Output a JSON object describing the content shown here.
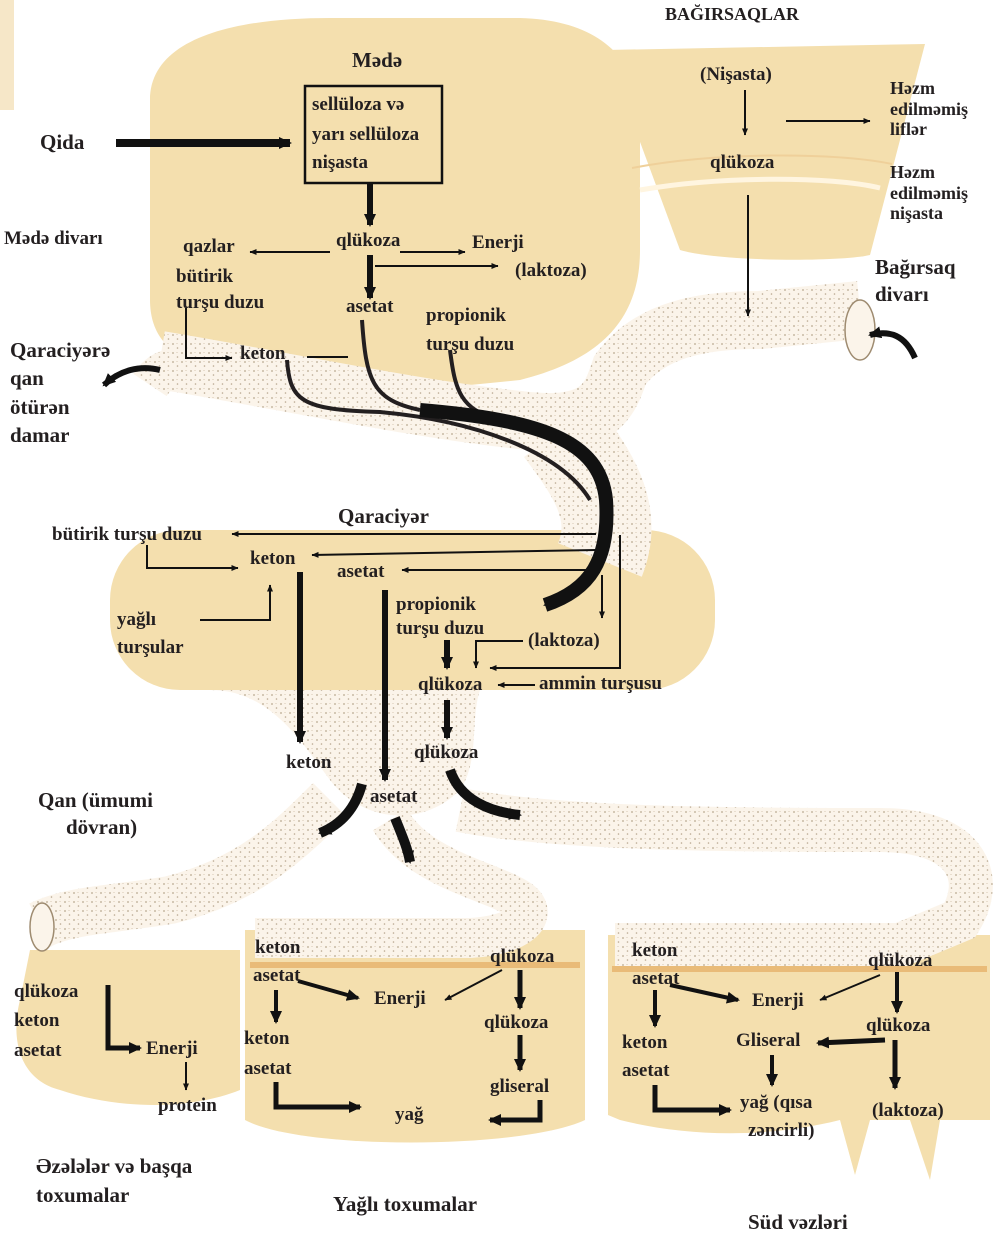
{
  "colors": {
    "organ_fill": "#f4dfae",
    "organ_edge": "#eed3a0",
    "vessel_fill": "#fbf4ea",
    "vessel_dots": "#b9a890",
    "wall_strip": "#e9bb78",
    "arrow": "#111111",
    "text": "#231f20"
  },
  "headers": {
    "stomach": "Mədə",
    "intestines": "BAĞIRSAQLAR",
    "liver": "Qaraciyər",
    "fat_tissues": "Yağlı toxumalar",
    "mammary": "Süd vəzləri"
  },
  "stomach": {
    "food": "Qida",
    "box_lines": [
      "sellüloza  və",
      "yarı sellüloza",
      "nişasta"
    ],
    "wall": "Mədə divarı",
    "gases": "qazlar",
    "glucose": "qlükoza",
    "energy": "Enerji",
    "lactose": "(laktoza)",
    "butyric_1": "bütirik",
    "butyric_2": "turşu duzu",
    "acetate": "asetat",
    "propionic_1": "propionik",
    "propionic_2": "turşu duzu",
    "ketone": "keton"
  },
  "intestine": {
    "starch": "(Nişasta)",
    "glucose": "qlükoza",
    "undigested_fibers": [
      "Həzm",
      "edilməmiş",
      "liflər"
    ],
    "undigested_starch": [
      "Həzm",
      "edilməmiş",
      "nişasta"
    ],
    "wall": [
      "Bağırsaq",
      "divarı"
    ]
  },
  "portal_vein": [
    "Qaraciyərə",
    "qan",
    "ötürən",
    "damar"
  ],
  "liver": {
    "butyric": "bütirik turşu duzu",
    "ketone": "keton",
    "acetate": "asetat",
    "fatty_1": "yağlı",
    "fatty_2": "turşular",
    "propionic_1": "propionik",
    "propionic_2": "turşu duzu",
    "lactose": "(laktoza)",
    "glucose": "qlükoza",
    "amino": "ammin turşusu"
  },
  "blood": {
    "label": [
      "Qan (ümumi",
      "dövran)"
    ],
    "ketone": "keton",
    "glucose": "qlükoza",
    "acetate": "asetat"
  },
  "muscle": {
    "inputs": [
      "qlükoza",
      "keton",
      "asetat"
    ],
    "energy": "Enerji",
    "protein": "protein",
    "title": [
      "Əzələlər və başqa",
      "toxumalar"
    ]
  },
  "fat": {
    "ketone": "keton",
    "acetate": "asetat",
    "glucose": "qlükoza",
    "energy": "Enerji",
    "glucose2": "qlükoza",
    "ketone2": "keton",
    "acetate2": "asetat",
    "glyceral": "gliseral",
    "fat": "yağ"
  },
  "milk": {
    "ketone": "keton",
    "acetate": "asetat",
    "glucose": "qlükoza",
    "energy": "Enerji",
    "glyceral": "Gliseral",
    "glucose2": "qlükoza",
    "ketone2": "keton",
    "acetate2": "asetat",
    "fat_1": "yağ  (qısa",
    "fat_2": "zəncirli)",
    "lactose": "(laktoza)"
  }
}
